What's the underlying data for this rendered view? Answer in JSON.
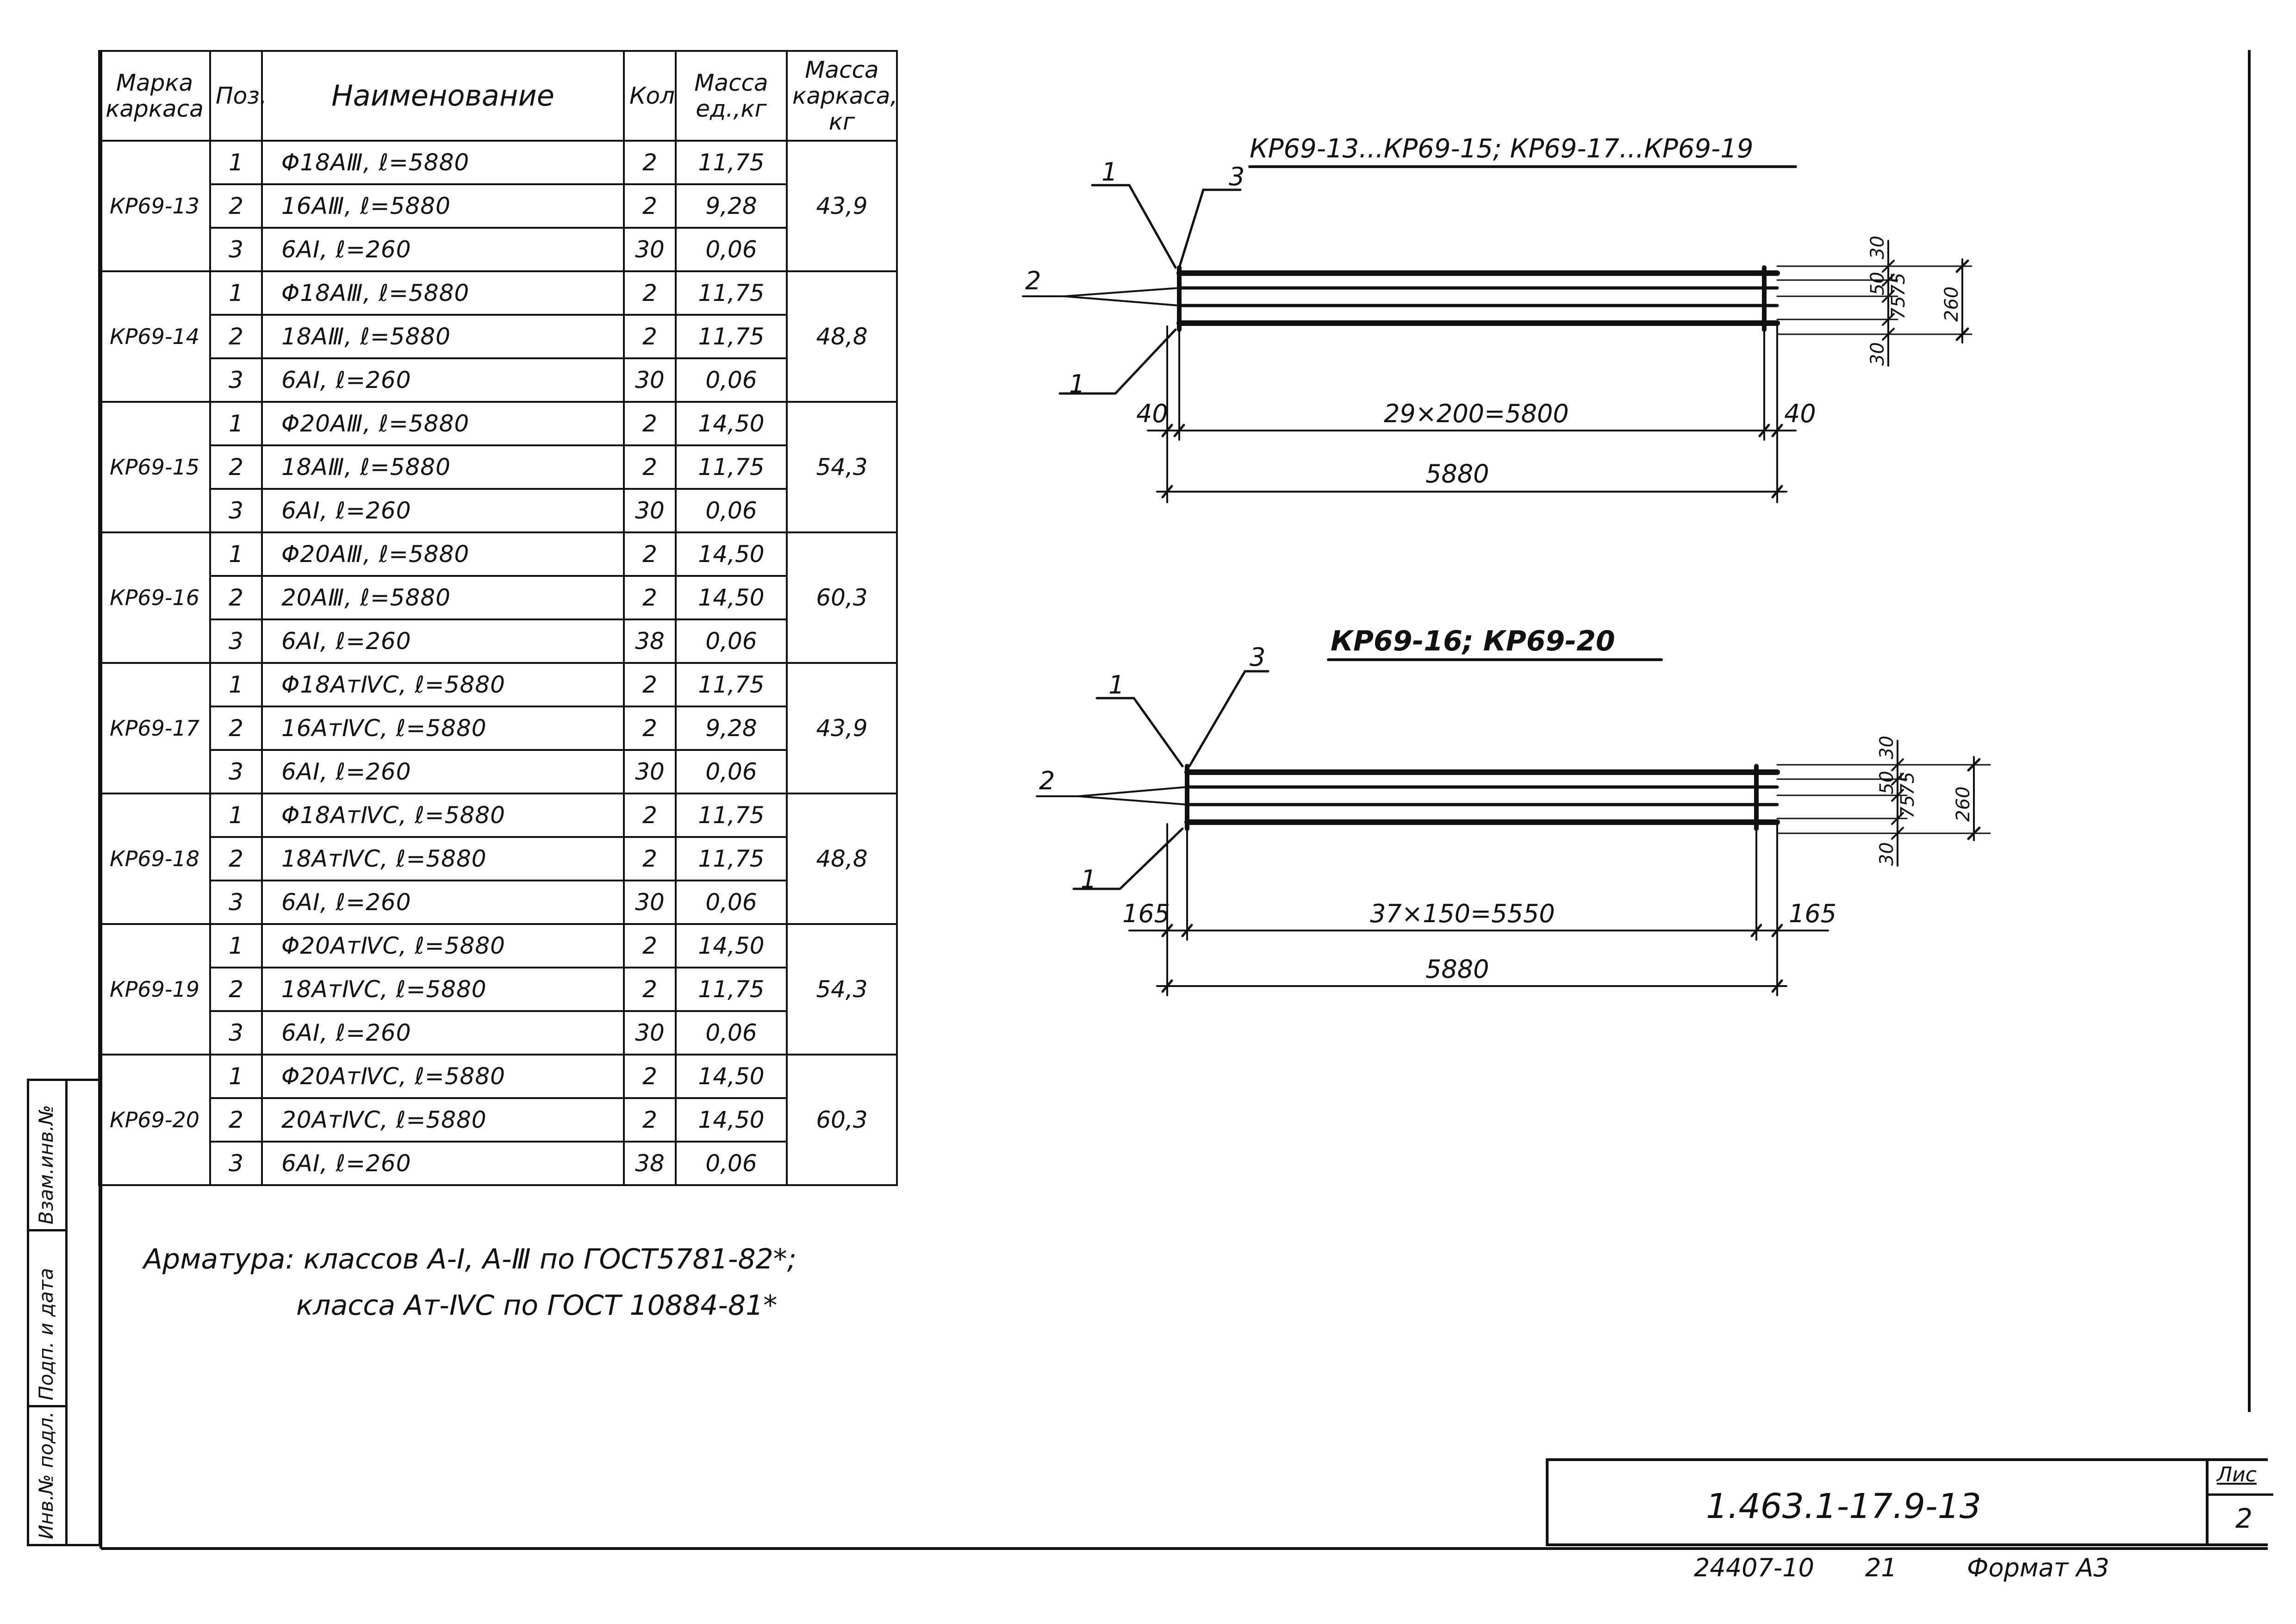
{
  "table": {
    "headers": {
      "mark": "Марка каркаса",
      "pos": "Поз.",
      "name": "Наименование",
      "qty": "Кол",
      "unit_mass": "Масса ед.,кг",
      "frame_mass": "Масса каркаса, кг"
    },
    "groups": [
      {
        "mark": "КР69-13",
        "total": "43,9",
        "rows": [
          {
            "pos": "1",
            "name": "Φ18AⅢ,  ℓ=5880",
            "qty": "2",
            "unit": "11,75"
          },
          {
            "pos": "2",
            "name": "16AⅢ,  ℓ=5880",
            "qty": "2",
            "unit": "9,28"
          },
          {
            "pos": "3",
            "name": "6AⅠ,  ℓ=260",
            "qty": "30",
            "unit": "0,06"
          }
        ]
      },
      {
        "mark": "КР69-14",
        "total": "48,8",
        "rows": [
          {
            "pos": "1",
            "name": "Φ18AⅢ,  ℓ=5880",
            "qty": "2",
            "unit": "11,75"
          },
          {
            "pos": "2",
            "name": "18AⅢ,  ℓ=5880",
            "qty": "2",
            "unit": "11,75"
          },
          {
            "pos": "3",
            "name": "6AⅠ,  ℓ=260",
            "qty": "30",
            "unit": "0,06"
          }
        ]
      },
      {
        "mark": "КР69-15",
        "total": "54,3",
        "rows": [
          {
            "pos": "1",
            "name": "Φ20AⅢ,  ℓ=5880",
            "qty": "2",
            "unit": "14,50"
          },
          {
            "pos": "2",
            "name": "18AⅢ,  ℓ=5880",
            "qty": "2",
            "unit": "11,75"
          },
          {
            "pos": "3",
            "name": "6AⅠ,  ℓ=260",
            "qty": "30",
            "unit": "0,06"
          }
        ]
      },
      {
        "mark": "КР69-16",
        "total": "60,3",
        "rows": [
          {
            "pos": "1",
            "name": "Φ20AⅢ, ℓ=5880",
            "qty": "2",
            "unit": "14,50"
          },
          {
            "pos": "2",
            "name": "20AⅢ,  ℓ=5880",
            "qty": "2",
            "unit": "14,50"
          },
          {
            "pos": "3",
            "name": "6AⅠ,  ℓ=260",
            "qty": "38",
            "unit": "0,06"
          }
        ]
      },
      {
        "mark": "КР69-17",
        "total": "43,9",
        "rows": [
          {
            "pos": "1",
            "name": "Φ18AтⅣC, ℓ=5880",
            "qty": "2",
            "unit": "11,75"
          },
          {
            "pos": "2",
            "name": "16AтⅣC, ℓ=5880",
            "qty": "2",
            "unit": "9,28"
          },
          {
            "pos": "3",
            "name": "6AⅠ,  ℓ=260",
            "qty": "30",
            "unit": "0,06"
          }
        ]
      },
      {
        "mark": "КР69-18",
        "total": "48,8",
        "rows": [
          {
            "pos": "1",
            "name": "Φ18AтⅣC, ℓ=5880",
            "qty": "2",
            "unit": "11,75"
          },
          {
            "pos": "2",
            "name": "18AтⅣC, ℓ=5880",
            "qty": "2",
            "unit": "11,75"
          },
          {
            "pos": "3",
            "name": "6AⅠ,  ℓ=260",
            "qty": "30",
            "unit": "0,06"
          }
        ]
      },
      {
        "mark": "КР69-19",
        "total": "54,3",
        "rows": [
          {
            "pos": "1",
            "name": "Φ20AтⅣC, ℓ=5880",
            "qty": "2",
            "unit": "14,50"
          },
          {
            "pos": "2",
            "name": "18AтⅣC, ℓ=5880",
            "qty": "2",
            "unit": "11,75"
          },
          {
            "pos": "3",
            "name": "6AⅠ,  ℓ=260",
            "qty": "30",
            "unit": "0,06"
          }
        ]
      },
      {
        "mark": "КР69-20",
        "total": "60,3",
        "rows": [
          {
            "pos": "1",
            "name": "Φ20AтⅣC, ℓ=5880",
            "qty": "2",
            "unit": "14,50"
          },
          {
            "pos": "2",
            "name": "20AтⅣC, ℓ=5880",
            "qty": "2",
            "unit": "14,50"
          },
          {
            "pos": "3",
            "name": "6AⅠ,  ℓ=260",
            "qty": "38",
            "unit": "0,06"
          }
        ]
      }
    ]
  },
  "drawing1": {
    "title": "КР69-13...КР69-15; КР69-17...КР69-19",
    "leader_1_top": "1",
    "leader_3": "3",
    "leader_2": "2",
    "leader_1_bottom": "1",
    "dim_left": "40",
    "dim_mid": "29×200=5800",
    "dim_right": "40",
    "dim_total": "5880",
    "dim_v_top": "30",
    "dim_v_50": "50",
    "dim_v_75a": "75",
    "dim_v_75b": "75",
    "dim_v_bottom": "30",
    "dim_v_total": "260"
  },
  "drawing2": {
    "title": "КР69-16; КР69-20",
    "leader_1_top": "1",
    "leader_3": "3",
    "leader_2": "2",
    "leader_1_bottom": "1",
    "dim_left": "165",
    "dim_mid": "37×150=5550",
    "dim_right": "165",
    "dim_total": "5880",
    "dim_v_top": "30",
    "dim_v_50": "50",
    "dim_v_75a": "75",
    "dim_v_75b": "75",
    "dim_v_bottom": "30",
    "dim_v_total": "260"
  },
  "notes": {
    "line1": "Арматура: классов А-Ⅰ, А-Ⅲ по ГОСТ5781-82*;",
    "line2": "класса Ат-ⅣС по ГОСТ 10884-81*"
  },
  "title_block": {
    "code": "1.463.1-17.9-13",
    "sheet_label": "Лис",
    "sheet_number": "2"
  },
  "footer": {
    "number": "24407-10",
    "copy": "21",
    "format": "Формат А3"
  },
  "side_labels": {
    "inv_podl": "Инв.№ подл.",
    "podp_data": "Подп. и дата",
    "vzam_inv": "Взам.инв.№"
  }
}
